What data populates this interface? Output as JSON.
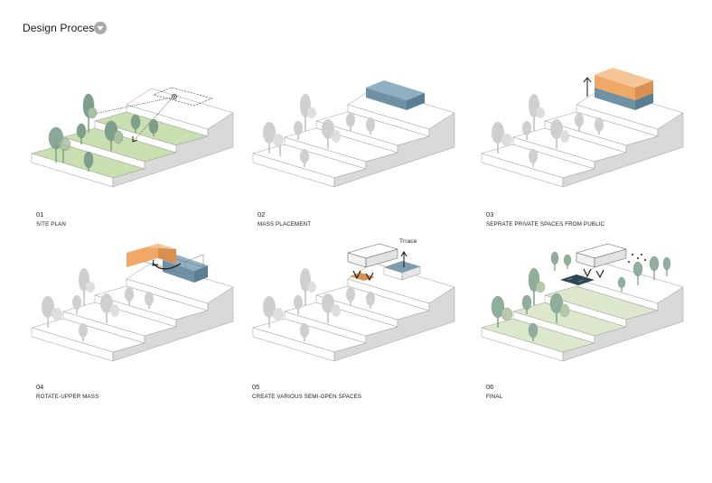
{
  "header": {
    "title": "Design Process"
  },
  "steps": [
    {
      "number": "01",
      "caption": "SITE PLAN"
    },
    {
      "number": "02",
      "caption": "MASS PLACEMENT"
    },
    {
      "number": "03",
      "caption": "SEPRATE PRIVATE SPACES FROM PUBLIC"
    },
    {
      "number": "04",
      "caption": "ROTATE-UPPER MASS"
    },
    {
      "number": "05",
      "caption": "CREATE VARIOUS SEMI-OPEN SPACES"
    },
    {
      "number": "06",
      "caption": "FINAL"
    }
  ],
  "annotations": {
    "terrace_label": "Trrace"
  },
  "colors": {
    "terrace_green": "#c9dfb0",
    "tree_green": "#7f9f8d",
    "mass_blue": "#7b9db0",
    "mass_orange": "#f0b27a",
    "tree_gray": "#cfcfcf",
    "step_side": "#d9d9d9"
  },
  "icons": {
    "title_marker": "triangle-down-icon"
  }
}
